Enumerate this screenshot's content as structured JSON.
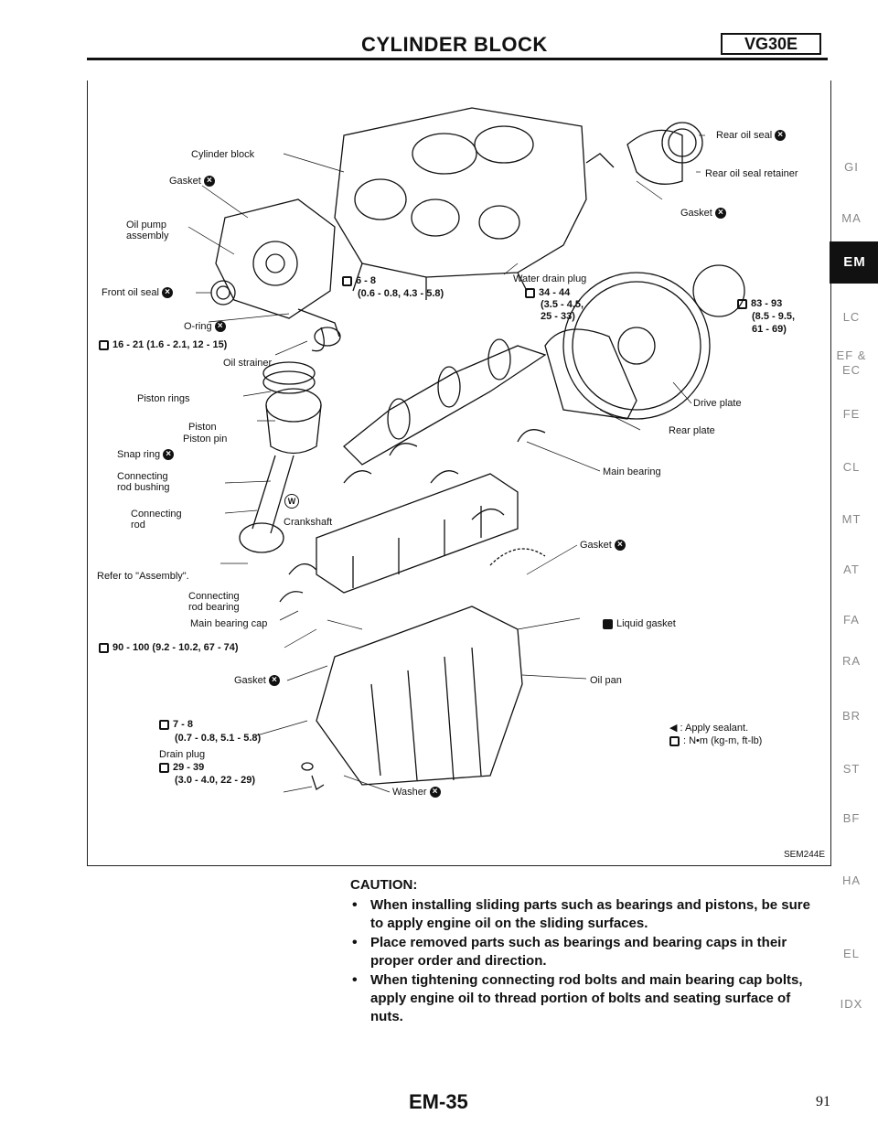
{
  "header": {
    "title": "CYLINDER BLOCK",
    "model": "VG30E"
  },
  "figure": {
    "code": "SEM244E",
    "labels": {
      "cylinder_block": "Cylinder block",
      "gasket_top": "Gasket",
      "oil_pump": "Oil pump",
      "oil_pump_2": "assembly",
      "front_oil_seal": "Front oil seal",
      "oring": "O-ring",
      "torque_16": "16 - 21 (1.6 - 2.1, 12 - 15)",
      "oil_strainer": "Oil strainer",
      "torque_6": "6 - 8",
      "torque_6b": "(0.6 - 0.8, 4.3 - 5.8)",
      "rear_oil_seal": "Rear oil seal",
      "rear_oil_seal_retainer": "Rear oil seal retainer",
      "gasket_right": "Gasket",
      "water_drain_plug": "Water drain plug",
      "torque_34": "34 - 44",
      "torque_34b": "(3.5 - 4.5,",
      "torque_34c": "25 - 33)",
      "torque_83": "83 - 93",
      "torque_83b": "(8.5 - 9.5,",
      "torque_83c": "61 - 69)",
      "drive_plate": "Drive plate",
      "rear_plate": "Rear plate",
      "piston_rings": "Piston rings",
      "piston": "Piston",
      "piston_pin": "Piston pin",
      "snap_ring": "Snap ring",
      "conn_rod_bushing": "Connecting",
      "conn_rod_bushing_2": "rod bushing",
      "conn_rod": "Connecting",
      "conn_rod_2": "rod",
      "crankshaft": "Crankshaft",
      "main_bearing": "Main bearing",
      "refer_assembly": "Refer to \"Assembly\".",
      "conn_rod_bearing": "Connecting",
      "conn_rod_bearing_2": "rod bearing",
      "main_bearing_cap": "Main bearing cap",
      "gasket_mid": "Gasket",
      "liquid_gasket": "Liquid gasket",
      "torque_90": "90 - 100 (9.2 - 10.2, 67 - 74)",
      "gasket_pan": "Gasket",
      "oil_pan": "Oil pan",
      "torque_7": "7 - 8",
      "torque_7b": "(0.7 - 0.8, 5.1 - 5.8)",
      "drain_plug": "Drain plug",
      "torque_29": "29 - 39",
      "torque_29b": "(3.0 - 4.0, 22 - 29)",
      "washer": "Washer",
      "legend_sealant": ": Apply sealant.",
      "legend_torque": ": N•m (kg-m, ft-lb)",
      "w_mark": "W"
    }
  },
  "caution": {
    "heading": "CAUTION:",
    "items": [
      "When installing sliding parts such as bearings and pistons, be sure to apply engine oil on the sliding surfaces.",
      "Place removed parts such as bearings and bearing caps in their proper order and direction.",
      "When tightening connecting rod bolts and main bearing cap bolts, apply engine oil to thread portion of bolts and seating surface of nuts."
    ]
  },
  "footer": {
    "page_code": "EM-35",
    "page_number": "91"
  },
  "side_tabs": [
    "GI",
    "MA",
    "EM",
    "LC",
    "EF &",
    "EC",
    "FE",
    "CL",
    "MT",
    "AT",
    "FA",
    "RA",
    "BR",
    "ST",
    "BF",
    "HA",
    "EL",
    "IDX"
  ],
  "active_tab": "EM"
}
